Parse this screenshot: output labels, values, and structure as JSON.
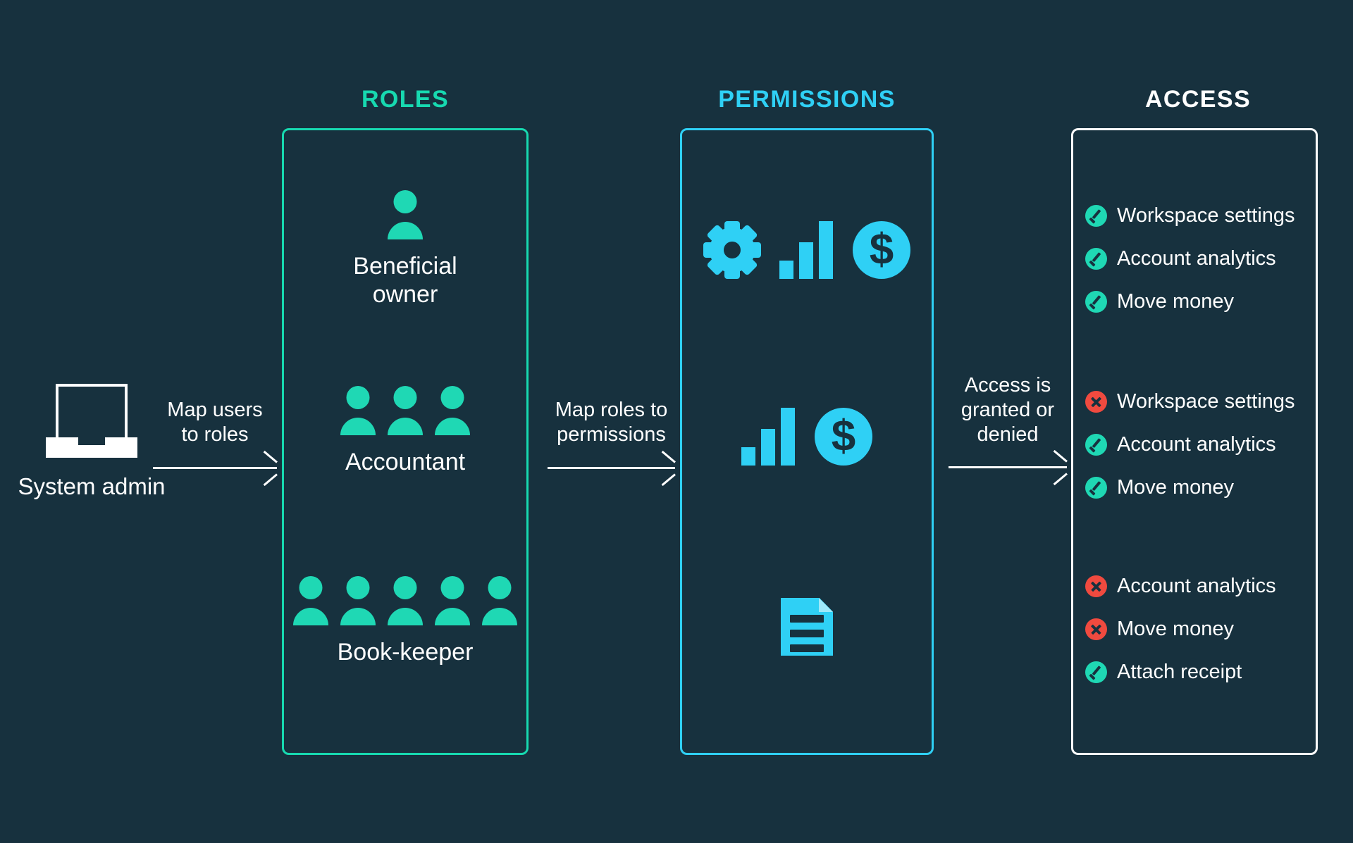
{
  "background_color": "#17313e",
  "colors": {
    "teal": "#1fd8b4",
    "cyan": "#2fd0f5",
    "white": "#ffffff",
    "red": "#f04a3f"
  },
  "admin": {
    "icon": "laptop-icon",
    "label": "System\nadmin"
  },
  "connectors": [
    {
      "caption": "Map users\nto roles",
      "icon": "arrow-right-icon"
    },
    {
      "caption": "Map roles to\npermissions",
      "icon": "arrow-right-icon"
    },
    {
      "caption": "Access is\ngranted or\ndenied",
      "icon": "arrow-right-icon"
    }
  ],
  "columns": {
    "roles": {
      "heading": "ROLES",
      "accent": "#1fd8b4",
      "groups": [
        {
          "label": "Beneficial\nowner",
          "people_count": 1,
          "icon": "person-icon"
        },
        {
          "label": "Accountant",
          "people_count": 3,
          "icon": "person-icon"
        },
        {
          "label": "Book-keeper",
          "people_count": 5,
          "icon": "person-icon"
        }
      ]
    },
    "permissions": {
      "heading": "PERMISSIONS",
      "accent": "#2fd0f5",
      "groups": [
        {
          "icons": [
            "gear-icon",
            "bar-chart-icon",
            "dollar-coin-icon"
          ]
        },
        {
          "icons": [
            "bar-chart-icon",
            "dollar-coin-icon"
          ]
        },
        {
          "icons": [
            "document-icon"
          ]
        }
      ],
      "dollar_symbol": "$"
    },
    "access": {
      "heading": "ACCESS",
      "accent": "#ffffff",
      "groups": [
        {
          "rows": [
            {
              "status": "granted",
              "icon": "check-circle-icon",
              "label": "Workspace settings"
            },
            {
              "status": "granted",
              "icon": "check-circle-icon",
              "label": "Account analytics"
            },
            {
              "status": "granted",
              "icon": "check-circle-icon",
              "label": "Move money"
            }
          ]
        },
        {
          "rows": [
            {
              "status": "denied",
              "icon": "x-circle-icon",
              "label": "Workspace settings"
            },
            {
              "status": "granted",
              "icon": "check-circle-icon",
              "label": "Account analytics"
            },
            {
              "status": "granted",
              "icon": "check-circle-icon",
              "label": "Move money"
            }
          ]
        },
        {
          "rows": [
            {
              "status": "denied",
              "icon": "x-circle-icon",
              "label": "Account analytics"
            },
            {
              "status": "denied",
              "icon": "x-circle-icon",
              "label": "Move money"
            },
            {
              "status": "granted",
              "icon": "check-circle-icon",
              "label": "Attach receipt"
            }
          ]
        }
      ]
    }
  }
}
